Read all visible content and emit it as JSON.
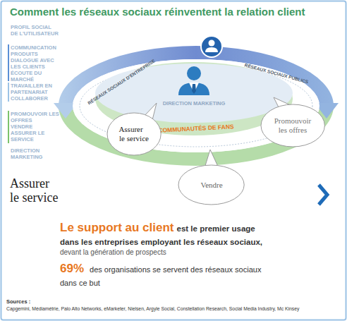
{
  "diagram": {
    "title": "Comment les réseaux sociaux réinventent la relation client",
    "nodes": [
      {
        "text": [
          "Assurer le service"
        ]
      },
      {
        "text": [
          "Promouvoir les offres"
        ]
      },
      {
        "text": [
          "Vendre"
        ]
      }
    ],
    "labels": [
      "PROFIL SOCIAL DE L'UTILISATEUR",
      "COMMUNICATION PRODUITS",
      "DIALOGUE AVEC LES CLIENTS",
      "ÉCOUTE DU MARCHÉ",
      "TRAVAILLER EN PARTENARIAT",
      "COLLABORER",
      "PROMOUVOIR LES OFFRES",
      "VENDRE",
      "ASSURER LE SERVICE",
      "DIRECTION MARKETING",
      "RÉSEAUX SOCIAUX D'ENTREPRISE",
      "RÉSEAUX SOCIAUX PUBLICS",
      "DIRECTION MARKETING",
      "COMMUNAUTÉS DE FANS",
      "Assurer le service",
      "Le support au client",
      "est le premier usage dans les entreprises employant les réseaux sociaux,",
      "devant la génération de prospects",
      "69%",
      "des organisations se servent des réseaux sociaux dans ce but",
      "Sources :",
      "Capgemini, Médiamétrie, Palo Alto Networks, eMarketer, Nielsen, Argyle Social, Constellation Research, Social Media Industry, Mc Kinsey"
    ]
  }
}
